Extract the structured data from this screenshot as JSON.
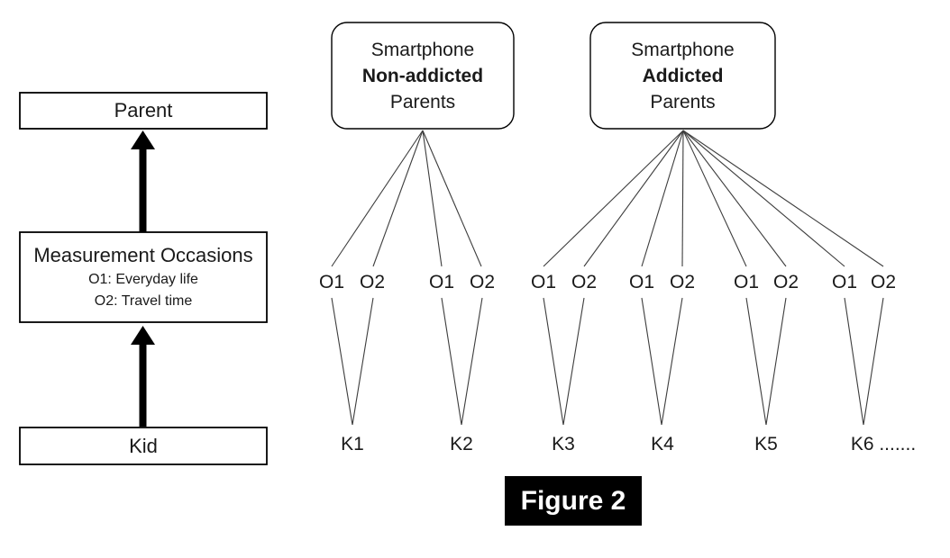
{
  "figure": {
    "caption": "Figure 2"
  },
  "left_panel": {
    "parent_label": "Parent",
    "measurement": {
      "title": "Measurement Occasions",
      "items": [
        "O1: Everyday life",
        "O2: Travel time"
      ]
    },
    "kid_label": "Kid"
  },
  "groups": [
    {
      "line1": "Smartphone",
      "line2": "Non-addicted",
      "line3": "Parents"
    },
    {
      "line1": "Smartphone",
      "line2": "Addicted",
      "line3": "Parents"
    }
  ],
  "occasions": [
    "O1",
    "O2",
    "O1",
    "O2",
    "O1",
    "O2",
    "O1",
    "O2",
    "O1",
    "O2",
    "O1",
    "O2"
  ],
  "kids": [
    "K1",
    "K2",
    "K3",
    "K4",
    "K5",
    "K6 ......."
  ],
  "colors": {
    "box_border": "#000000",
    "connector": "#3d3d3d",
    "arrow_fill": "#000000",
    "caption_bg": "#000000",
    "caption_text": "#ffffff"
  }
}
